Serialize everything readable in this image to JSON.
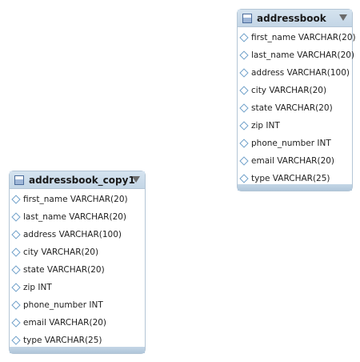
{
  "tables": [
    {
      "name": "addressbook",
      "columns": [
        "first_name VARCHAR(20)",
        "last_name VARCHAR(20)",
        "address VARCHAR(100)",
        "city VARCHAR(20)",
        "state VARCHAR(20)",
        "zip INT",
        "phone_number INT",
        "email VARCHAR(20)",
        "type VARCHAR(25)"
      ]
    },
    {
      "name": "addressbook_copy1",
      "columns": [
        "first_name VARCHAR(20)",
        "last_name VARCHAR(20)",
        "address VARCHAR(100)",
        "city VARCHAR(20)",
        "state VARCHAR(20)",
        "zip INT",
        "phone_number INT",
        "email VARCHAR(20)",
        "type VARCHAR(25)"
      ]
    }
  ]
}
